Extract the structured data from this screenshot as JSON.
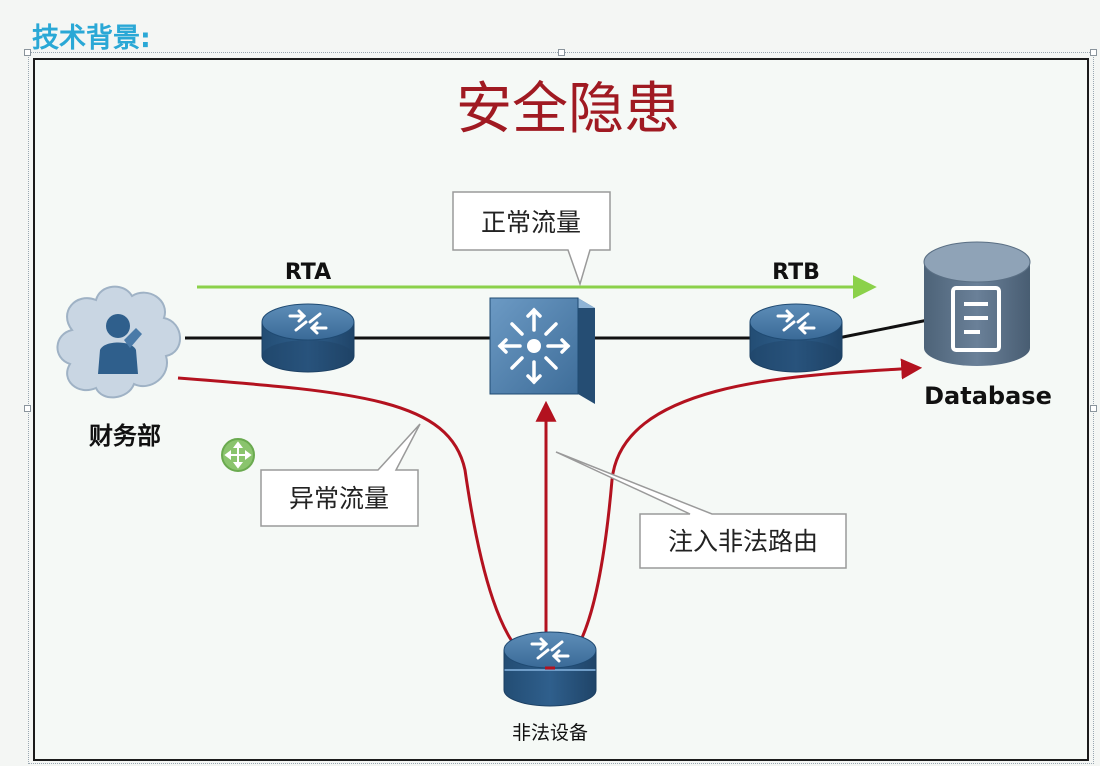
{
  "heading": "技术背景:",
  "slide": {
    "title": "安全隐患",
    "labels": {
      "rta": "RTA",
      "rtb": "RTB",
      "database": "Database",
      "finance": "财务部",
      "illegal_device": "非法设备"
    },
    "callouts": {
      "normal_traffic": "正常流量",
      "abnormal_traffic": "异常流量",
      "inject_route": "注入非法路由"
    }
  },
  "colors": {
    "heading": "#2aa8d6",
    "title": "#a01a22",
    "normal_arrow": "#8bd14a",
    "abnormal_path": "#b3121f",
    "router_body": "#2f5f8c",
    "database_body": "#5a6f84"
  }
}
